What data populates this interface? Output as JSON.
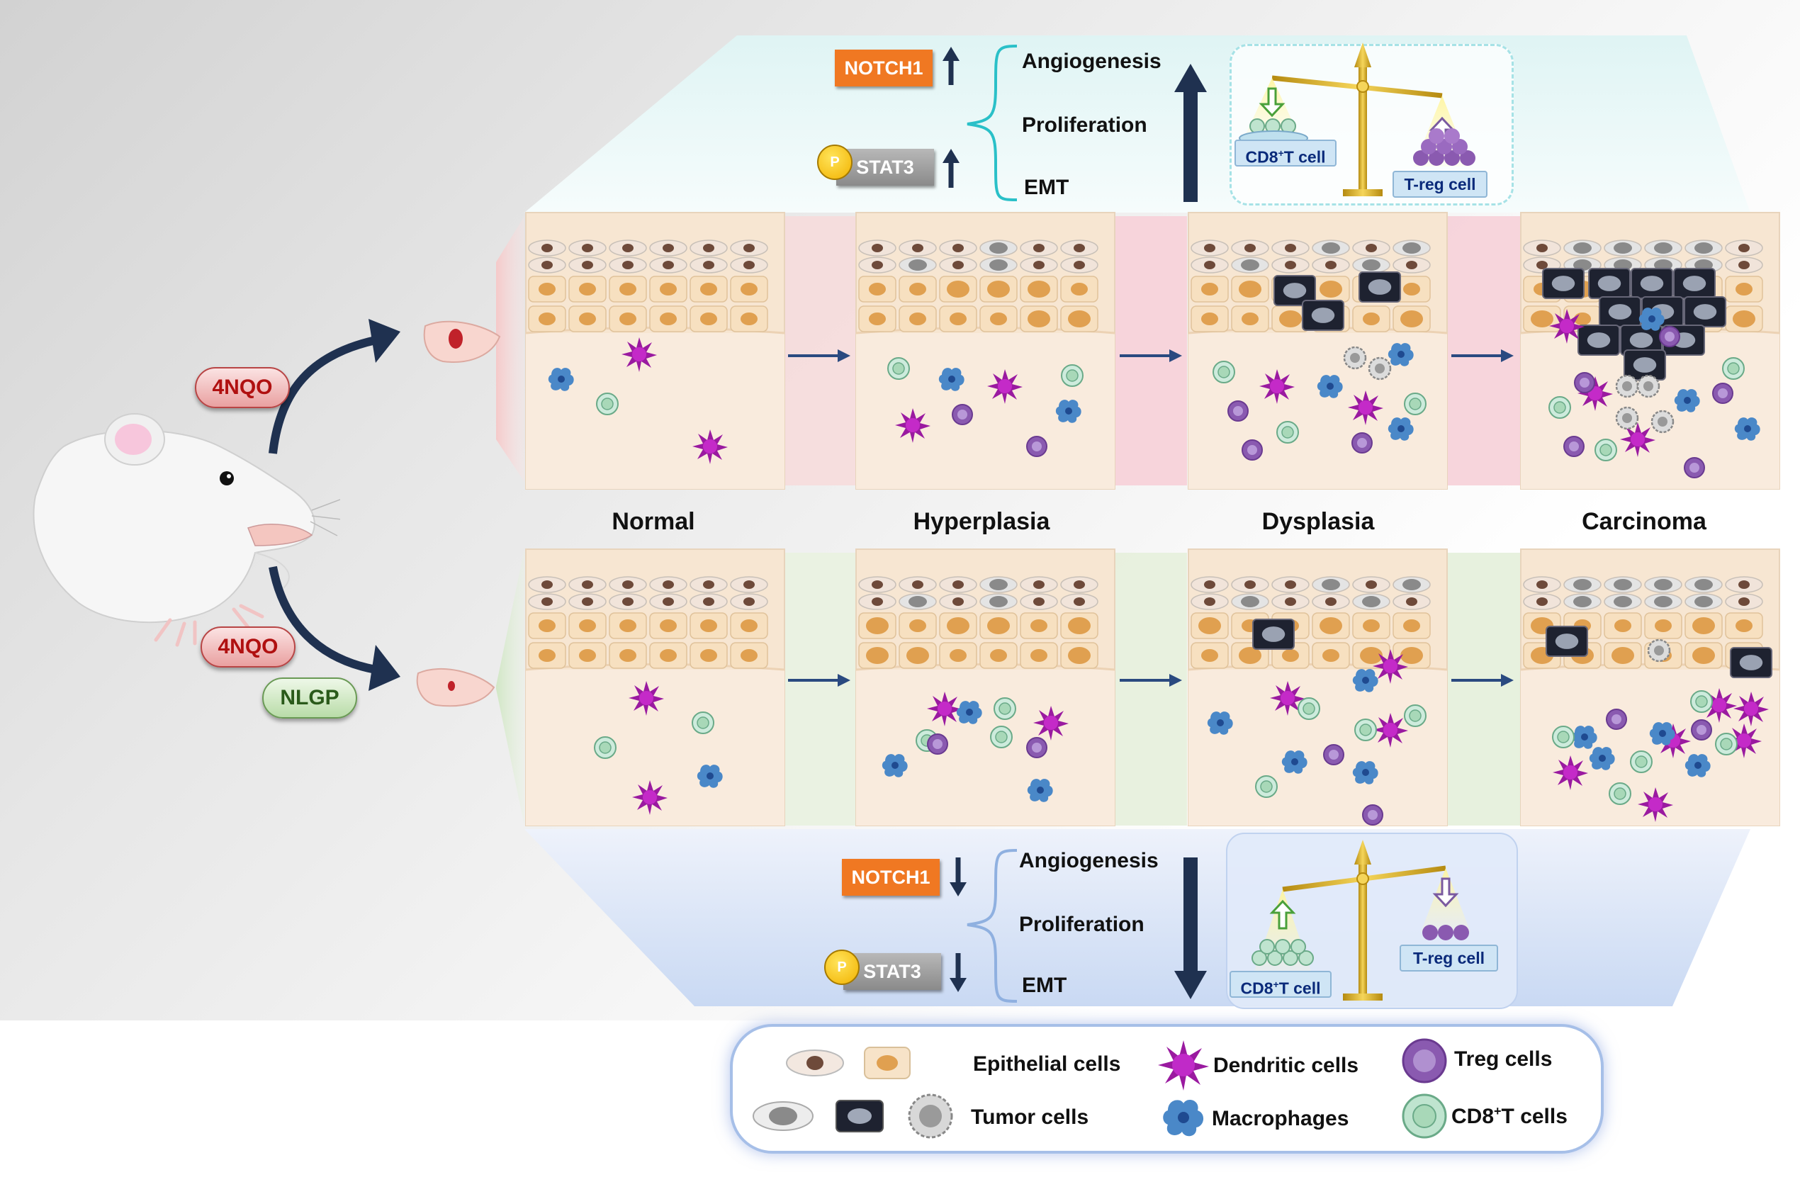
{
  "treatments": {
    "upper": {
      "label": "4NQO"
    },
    "lower": {
      "label1": "4NQO",
      "label2": "NLGP"
    }
  },
  "stages": [
    "Normal",
    "Hyperplasia",
    "Dysplasia",
    "Carcinoma"
  ],
  "upper_box": {
    "notch": "NOTCH1",
    "stat": "STAT3",
    "p_badge": "P",
    "processes": [
      "Angiogenesis",
      "Proliferation",
      "EMT"
    ],
    "cd8_label": "CD8",
    "cd8_sup": "+",
    "cd8_suffix": "T cell",
    "treg_label": "T-reg cell"
  },
  "lower_box": {
    "notch": "NOTCH1",
    "stat": "STAT3",
    "p_badge": "P",
    "processes": [
      "Angiogenesis",
      "Proliferation",
      "EMT"
    ],
    "cd8_label": "CD8",
    "cd8_sup": "+",
    "cd8_suffix": "T cell",
    "treg_label": "T-reg cell"
  },
  "legend": {
    "epithelial": "Epithelial cells",
    "tumor": "Tumor cells",
    "dendritic": "Dendritic cells",
    "macrophages": "Macrophages",
    "treg": "Treg cells",
    "cd8_prefix": "CD8",
    "cd8_sup": "+",
    "cd8_suffix": "T cells"
  },
  "colors": {
    "arrow_dark": "#1f3150",
    "notch": "#f07822",
    "treg": "#8a5ab0",
    "cd8": "#a8d8b8",
    "dendritic": "#9a1aa0",
    "macrophage": "#4a88c8",
    "nucleus": "#e0a050"
  }
}
